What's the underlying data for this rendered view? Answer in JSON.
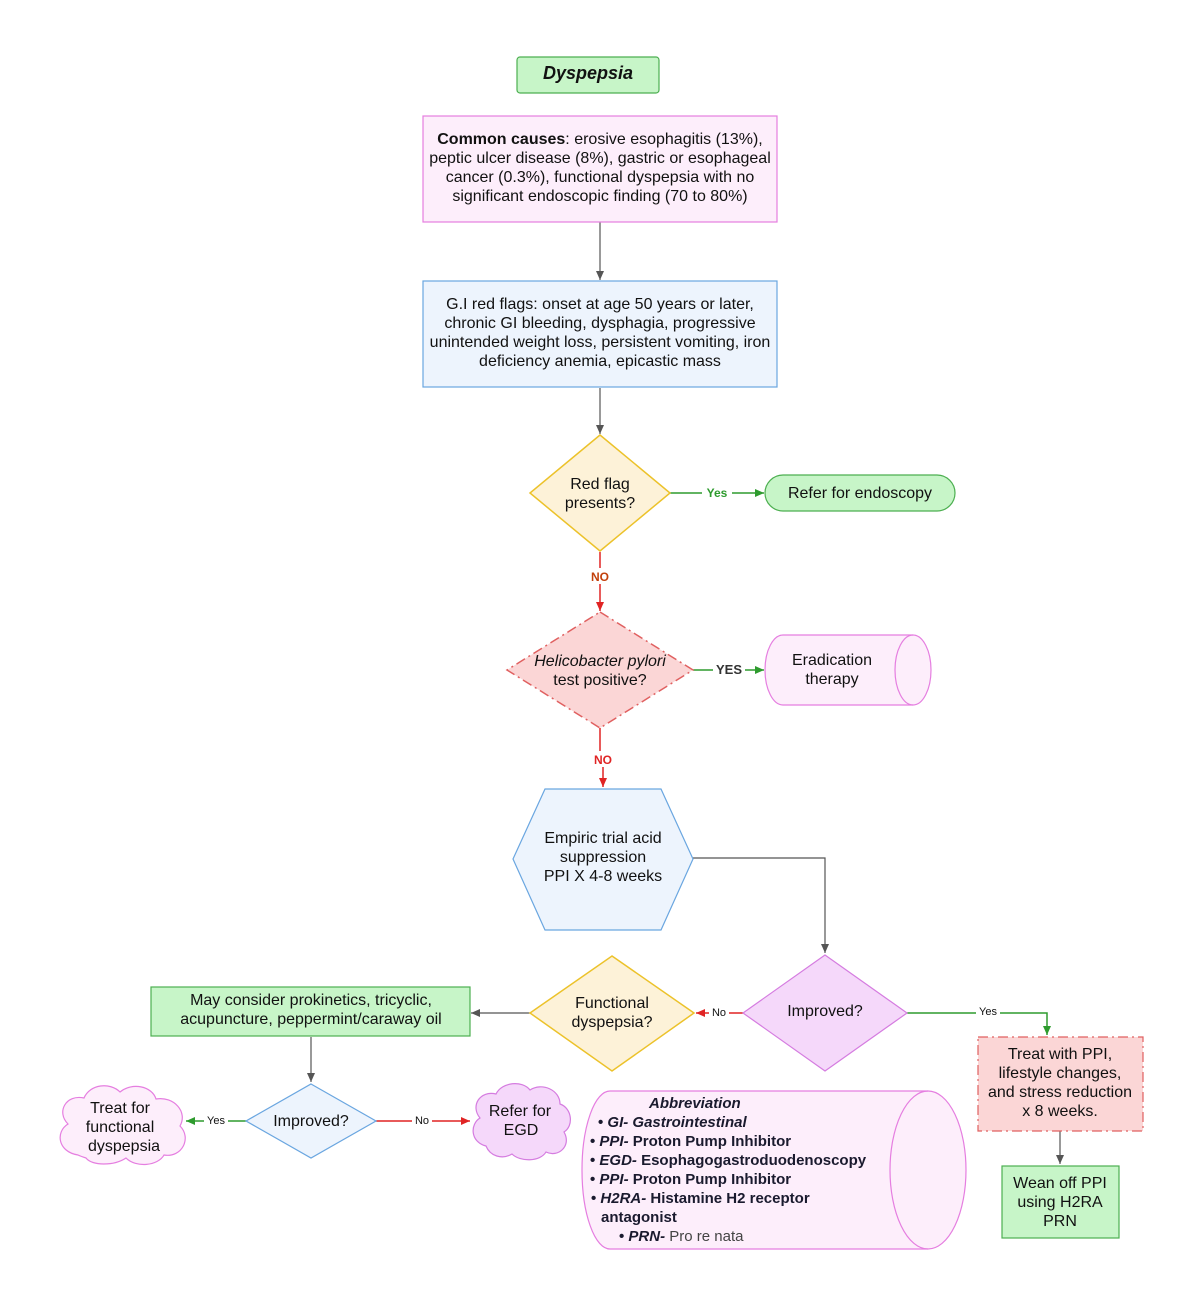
{
  "title": "Dyspepsia",
  "common_causes": {
    "label": "Common causes",
    "lines": [
      ": erosive esophagitis (13%),",
      "peptic ulcer disease (8%), gastric or esophageal",
      "cancer (0.3%), functional dyspepsia with no",
      "significant endoscopic finding (70 to 80%)"
    ]
  },
  "red_flags": {
    "lines": [
      "G.I red flags: onset at age 50 years or later,",
      "chronic GI bleeding, dysphagia, progressive",
      "unintended weight loss, persistent vomiting, iron",
      "deficiency anemia, epicastic mass"
    ]
  },
  "decision_red_flag": {
    "lines": [
      "Red flag",
      "presents?"
    ]
  },
  "refer_endoscopy": "Refer for endoscopy",
  "decision_hpylori": {
    "italic": "Helicobacter pylori",
    "line2": "test positive?"
  },
  "eradication": {
    "lines": [
      "Eradication",
      "therapy"
    ]
  },
  "empiric": {
    "lines": [
      "Empiric trial acid",
      "suppression",
      "PPI X 4-8 weeks"
    ]
  },
  "improved_main": "Improved?",
  "functional": {
    "lines": [
      "Functional",
      "dyspepsia?"
    ]
  },
  "consider": {
    "lines": [
      "May consider prokinetics, tricyclic,",
      "acupuncture, peppermint/caraway oil"
    ]
  },
  "improved_small": "Improved?",
  "treat_functional": {
    "lines": [
      "Treat for",
      "functional",
      "dyspepsia"
    ]
  },
  "refer_egd": {
    "lines": [
      "Refer for",
      "EGD"
    ]
  },
  "treat_ppi": {
    "lines": [
      "Treat with PPI,",
      "lifestyle changes,",
      "and stress reduction",
      "x 8 weeks."
    ]
  },
  "wean_off": {
    "lines": [
      "Wean off PPI",
      "using H2RA",
      "PRN"
    ]
  },
  "edge_labels": {
    "yes_red_flag": "Yes",
    "no_red_flag": "NO",
    "yes_hpylori": "YES",
    "no_hpylori": "NO",
    "no_improved": "No",
    "yes_improved": "Yes",
    "yes_small": "Yes",
    "no_small": "No"
  },
  "abbreviation": {
    "heading": "Abbreviation",
    "items": [
      {
        "abbr": "GI- Gastrointestinal",
        "desc": ""
      },
      {
        "abbr": "PPI-",
        "desc": " Proton Pump Inhibitor"
      },
      {
        "abbr": "EGD-",
        "desc": " Esophagogastroduodenoscopy"
      },
      {
        "abbr": "PPI-",
        "desc": " Proton Pump Inhibitor"
      },
      {
        "abbr": "H2RA-",
        "desc": " Histamine H2 receptor"
      }
    ],
    "continuation": "antagonist",
    "last": {
      "abbr": "PRN-",
      "desc": " Pro re nata"
    }
  },
  "colors": {
    "green_fill": "#c7f5c8",
    "green_stroke": "#4caf50",
    "pink_fill": "#fdeefb",
    "pink_stroke": "#e57ee0",
    "blue_fill": "#edf4fd",
    "blue_stroke": "#6aa6e0",
    "yellow_fill": "#fdf2d8",
    "yellow_stroke": "#ecc22a",
    "red_fill": "#fbd6d6",
    "red_stroke": "#e06060",
    "purple_fill": "#f5d8fa",
    "purple_stroke": "#d57ce0",
    "arrow_gray": "#555555",
    "arrow_green": "#2e9b2e",
    "arrow_red": "#e02424"
  }
}
